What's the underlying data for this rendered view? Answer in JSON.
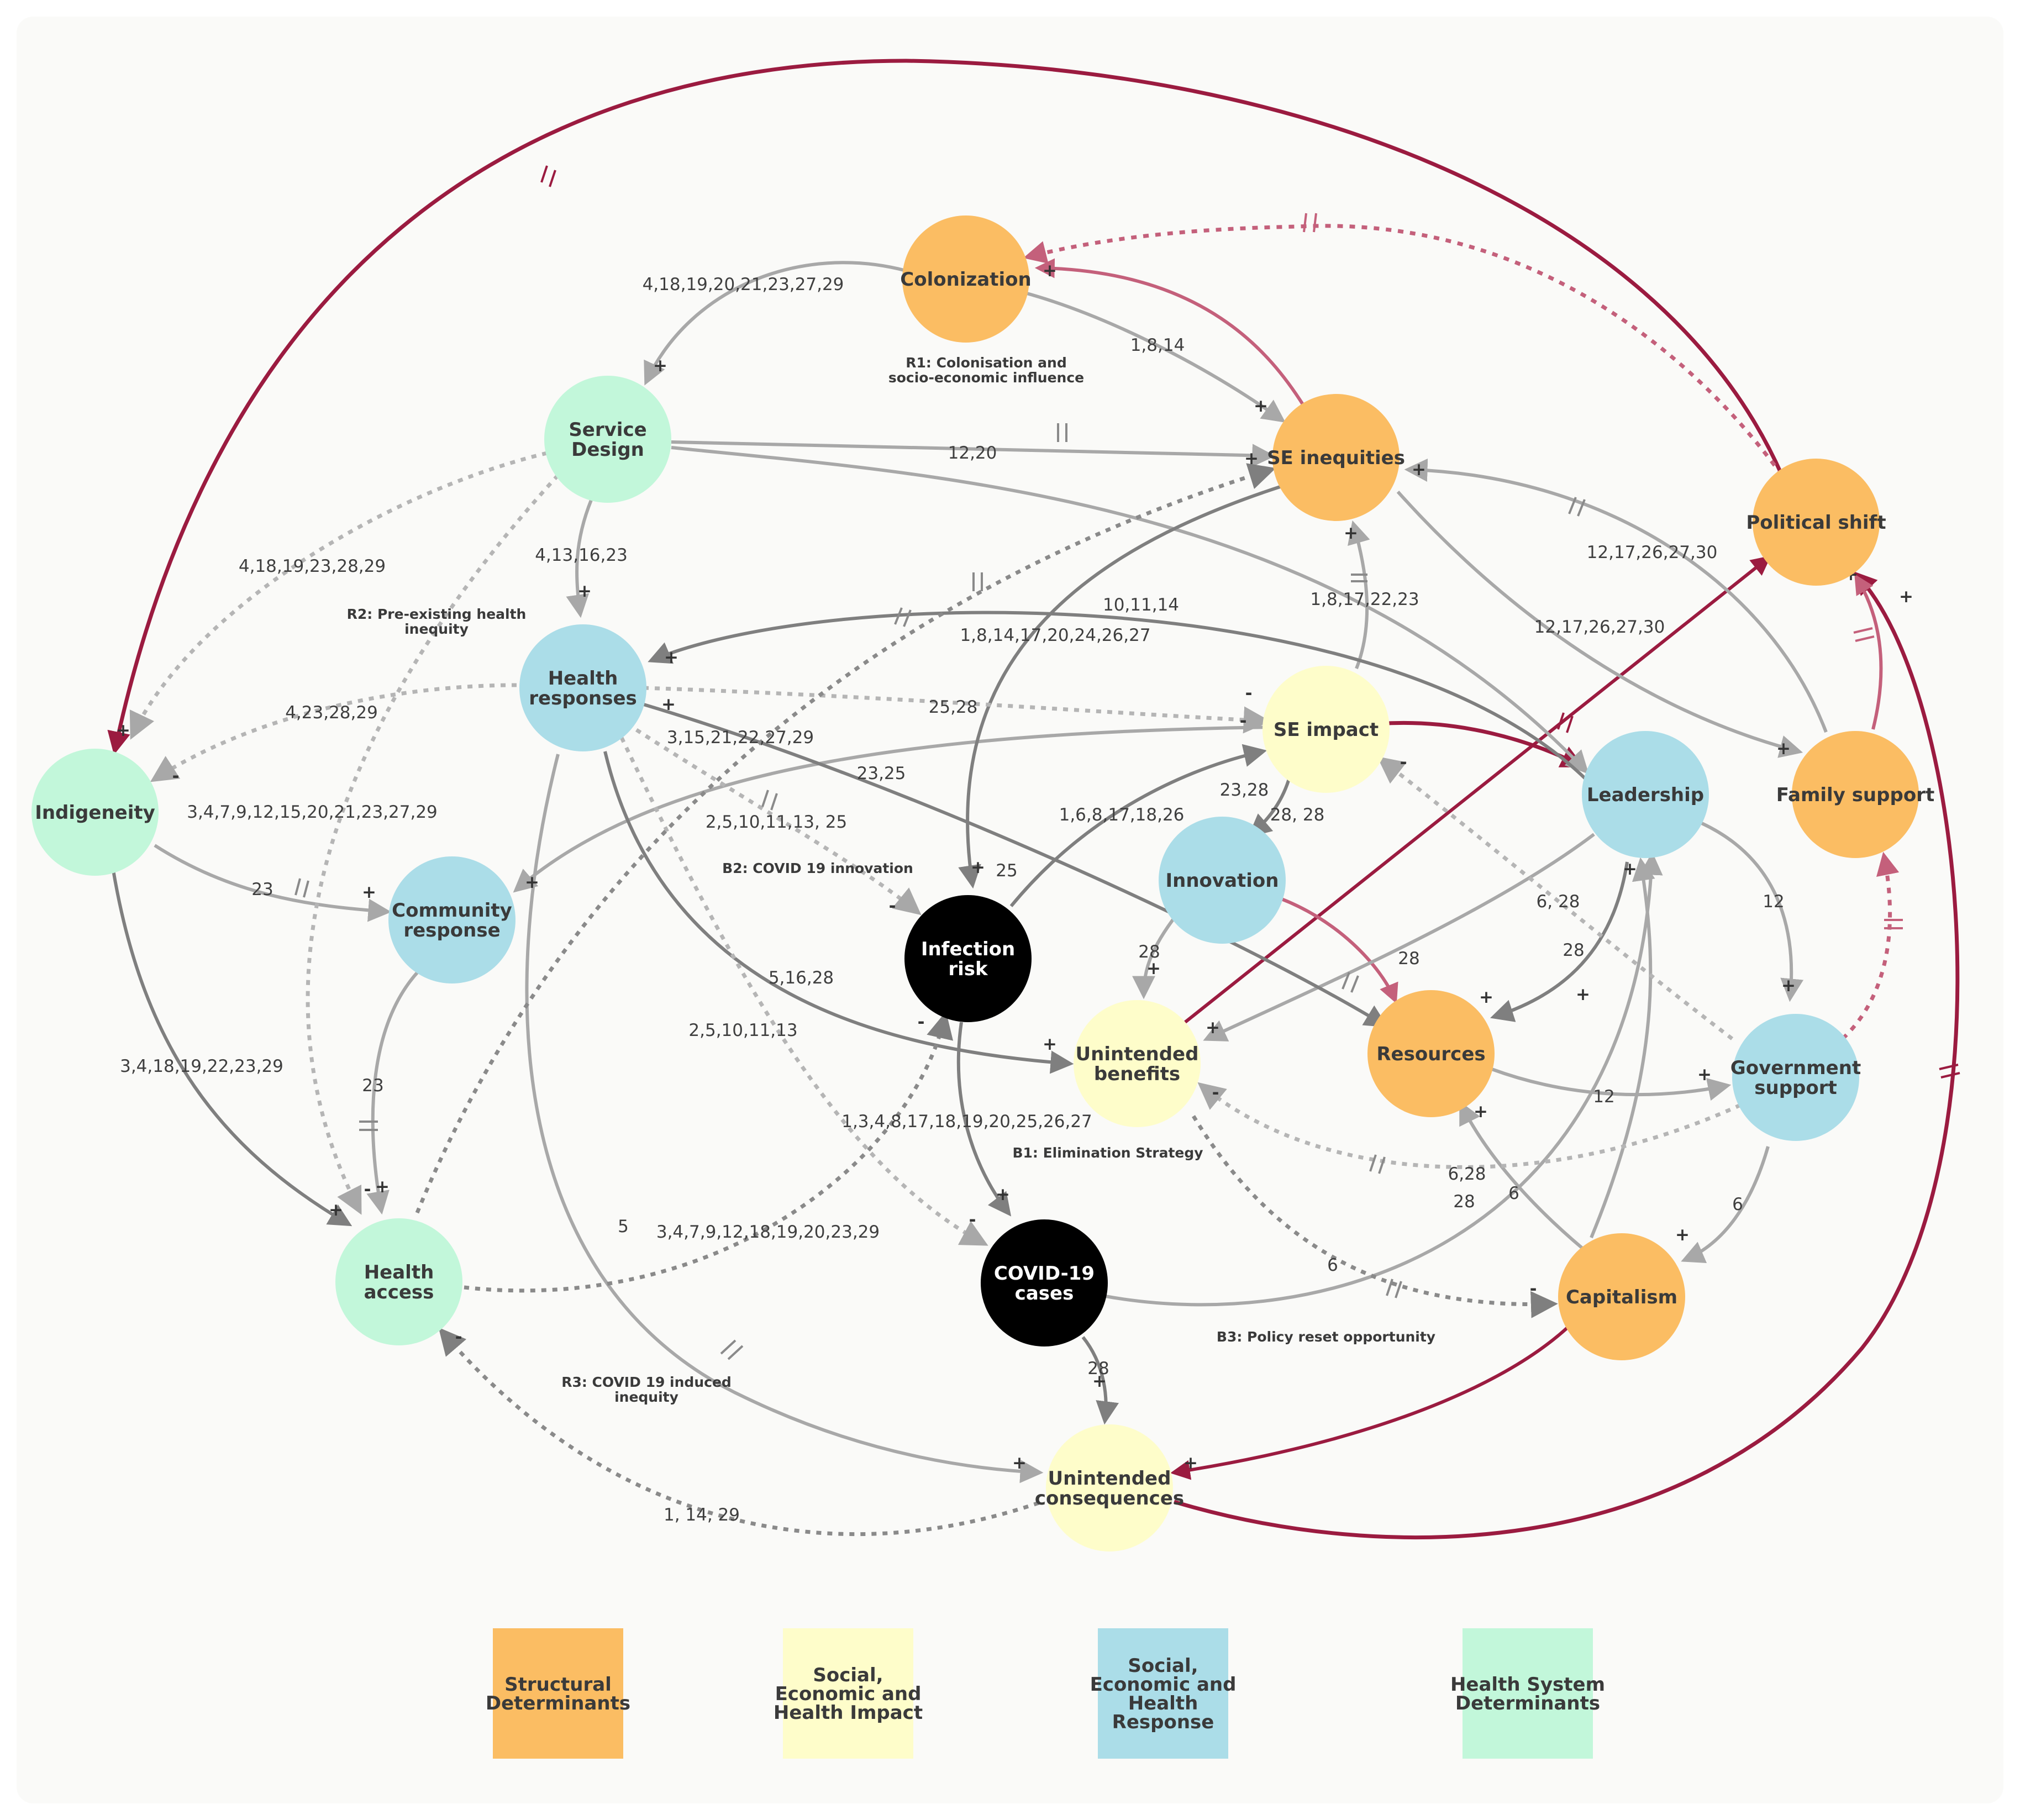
{
  "colors": {
    "structural": "#fbbd63",
    "impact": "#fefdca",
    "response": "#abdde8",
    "health_system": "#c2f7da",
    "core": "#000000",
    "grey_link": "#a8a8a8",
    "dark_grey_link": "#7f7f7f",
    "red_link": "#9b1b40",
    "pink_link": "#c4607b"
  },
  "nodes": [
    {
      "id": "colonization",
      "label": "Colonization",
      "category": "structural"
    },
    {
      "id": "se_inequities",
      "label": "SE inequities",
      "category": "structural"
    },
    {
      "id": "political_shift",
      "label": "Political shift",
      "category": "structural"
    },
    {
      "id": "family_support",
      "label": "Family support",
      "category": "structural"
    },
    {
      "id": "resources",
      "label": "Resources",
      "category": "structural"
    },
    {
      "id": "capitalism",
      "label": "Capitalism",
      "category": "structural"
    },
    {
      "id": "service_design",
      "label": "Service Design",
      "category": "health_system"
    },
    {
      "id": "indigeneity",
      "label": "Indigeneity",
      "category": "health_system"
    },
    {
      "id": "health_access",
      "label": "Health access",
      "category": "health_system"
    },
    {
      "id": "health_responses",
      "label": "Health responses",
      "category": "response"
    },
    {
      "id": "community_response",
      "label": "Community response",
      "category": "response"
    },
    {
      "id": "innovation",
      "label": "Innovation",
      "category": "response"
    },
    {
      "id": "leadership",
      "label": "Leadership",
      "category": "response"
    },
    {
      "id": "government_support",
      "label": "Government support",
      "category": "response"
    },
    {
      "id": "se_impact",
      "label": "SE impact",
      "category": "impact"
    },
    {
      "id": "unintended_benefits",
      "label": "Unintended benefits",
      "category": "impact"
    },
    {
      "id": "unintended_consequences",
      "label": "Unintended consequences",
      "category": "impact"
    },
    {
      "id": "infection_risk",
      "label": "Infection risk",
      "category": "core"
    },
    {
      "id": "covid_cases",
      "label": "COVID-19 cases",
      "category": "core"
    }
  ],
  "edge_labels": [
    "4,18,19,20,21,23,27,29",
    "1,8,14",
    "12,20",
    "4,18,19,23,28,29",
    "4,13,16,23",
    "10,11,14",
    "1,8,14,17,20,24,26,27",
    "1,8,17,22,23",
    "12,17,26,27,30",
    "12,17,26,27,30",
    "4,23,28,29",
    "25,28",
    "3,15,21,22,27,29",
    "23,25",
    "3,4,7,9,12,15,20,21,23,27,29",
    "2,5,10,11,13, 25",
    "23,28",
    "1,6,8,17,18,26",
    "28, 28",
    "25",
    "23",
    "6, 28",
    "12",
    "28",
    "28",
    "28",
    "5,16,28",
    "2,5,10,11,13",
    "3,4,18,19,22,23,29",
    "23",
    "1,3,4,8,17,18,19,20,25,26,27",
    "12",
    "6,28",
    "28",
    "6",
    "6",
    "6",
    "5",
    "3,4,7,9,12,18,19,20,23,29",
    "28",
    "1, 14, 29"
  ],
  "loop_labels": [
    "R1: Colonisation and",
    "socio-economic influence",
    "R2: Pre-existing health",
    "inequity",
    "B2: COVID 19 innovation",
    "B1: Elimination Strategy",
    "B3: Policy reset opportunity",
    "R3: COVID 19 induced",
    "inequity"
  ],
  "legend": [
    {
      "category": "structural",
      "label": "Structural Determinants"
    },
    {
      "category": "impact",
      "label": "Social, Economic and Health Impact"
    },
    {
      "category": "response",
      "label": "Social, Economic and Health Response"
    },
    {
      "category": "health_system",
      "label": "Health System Determinants"
    }
  ]
}
